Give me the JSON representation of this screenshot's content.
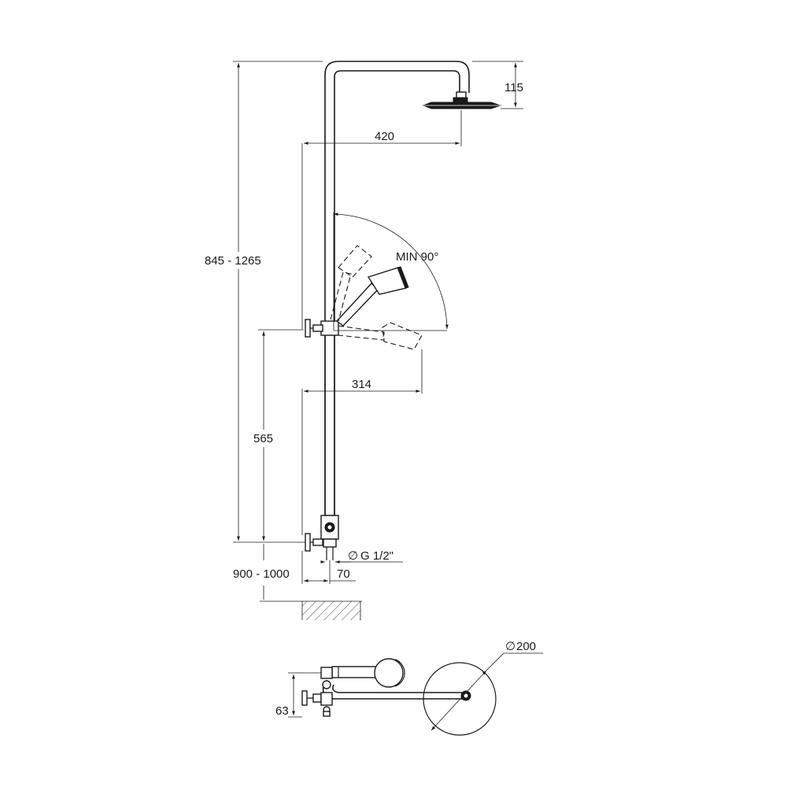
{
  "dimensions": {
    "head_drop": "115",
    "arm_length": "420",
    "total_height": "845 - 1265",
    "swivel_angle": "MIN 90°",
    "hand_shower_reach": "314",
    "holder_height": "565",
    "inlet_thread": "G 1/2\"",
    "floor_height": "900 - 1000",
    "wall_distance": "70",
    "head_diameter": "200",
    "plan_offset": "63"
  },
  "symbols": {
    "diameter": "∅"
  },
  "colors": {
    "line": "#1a1a1a",
    "background": "#ffffff"
  }
}
